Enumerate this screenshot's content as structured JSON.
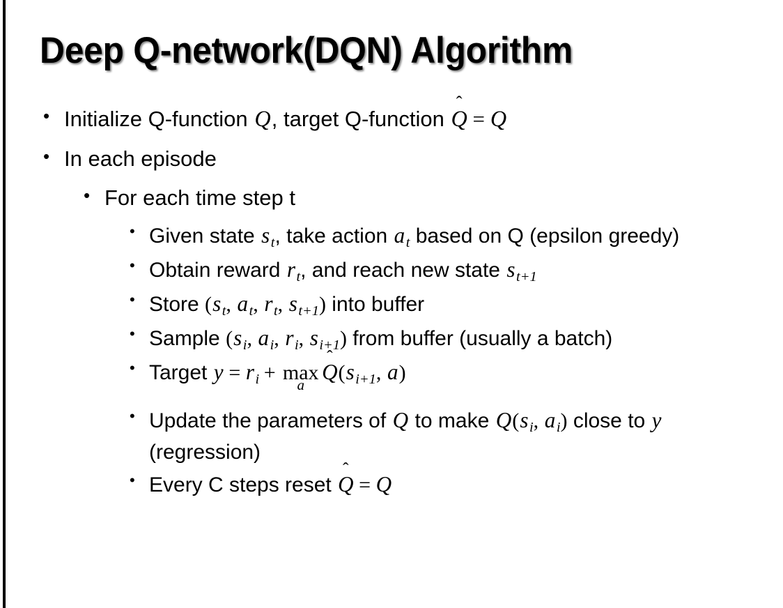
{
  "slide": {
    "title": "Deep Q-network(DQN) Algorithm",
    "background_color": "#ffffff",
    "text_color": "#000000",
    "accent_rule_color": "#000000",
    "bullet_marker": "•"
  },
  "content": {
    "b1": {
      "level": 1,
      "plain": "Initialize Q-function Q, target Q-function Q̂ = Q",
      "seg_a": "Initialize Q-function ",
      "var_q1": "Q",
      "seg_b": ", target Q-function ",
      "var_qhat": "Q",
      "accent": "̂",
      "rel_eq": "=",
      "var_q2": "Q"
    },
    "b2": {
      "level": 1,
      "plain": "In each episode",
      "text": "In each episode"
    },
    "b3": {
      "level": 2,
      "plain": "For each time step t",
      "text": "For each time step t"
    },
    "b4": {
      "level": 3,
      "plain": "Given state s_t, take action a_t based on Q (epsilon greedy)",
      "seg_a": "Given state ",
      "var_s": "s",
      "sub_t1": "t",
      "seg_b": ", take action ",
      "var_a": "a",
      "sub_t2": "t",
      "seg_c": " based on Q (epsilon greedy)"
    },
    "b5": {
      "level": 3,
      "plain": "Obtain reward r_t, and reach new state s_t+1",
      "seg_a": "Obtain reward ",
      "var_r": "r",
      "sub_t": "t",
      "seg_b": ", and reach new state ",
      "var_s": "s",
      "sub_t1": "t+1"
    },
    "b6": {
      "level": 3,
      "plain": "Store (s_t, a_t, r_t, s_t+1) into buffer",
      "open": "(",
      "var_s1": "s",
      "sub_1": "t",
      "sep1": ", ",
      "var_a": "a",
      "sub_2": "t",
      "sep2": ", ",
      "var_r": "r",
      "sub_3": "t",
      "sep3": ", ",
      "var_s2": "s",
      "sub_4": "t+1",
      "close": ")",
      "lead": "Store ",
      "tail": " into buffer"
    },
    "b7": {
      "level": 3,
      "plain": "Sample (s_i, a_i, r_i, s_i+1) from buffer (usually a batch)",
      "lead": "Sample ",
      "open": "(",
      "var_s1": "s",
      "sub_1": "i",
      "sep1": ", ",
      "var_a": "a",
      "sub_2": "i",
      "sep2": ", ",
      "var_r": "r",
      "sub_3": "i",
      "sep3": ", ",
      "var_s2": "s",
      "sub_4": "i+1",
      "close": ")",
      "tail": " from buffer (usually a batch)"
    },
    "b8": {
      "level": 3,
      "plain": "Target y = r_i + max_a Q̂(s_i+1, a)",
      "lead": "Target ",
      "var_y": "y",
      "rel_eq": "=",
      "var_r": "r",
      "sub_i": "i",
      "op_plus": "+",
      "op_max": "max",
      "op_max_sub": "a",
      "var_qhat": "Q",
      "accent": "̂",
      "open": "(",
      "var_s": "s",
      "sub_i1": "i+1",
      "sep": ", ",
      "var_a": "a",
      "close": ")"
    },
    "b9": {
      "level": 3,
      "plain": "Update the parameters of Q to make Q(s_i, a_i) close to y (regression)",
      "seg_a": "Update the parameters of ",
      "var_q1": "Q",
      "seg_b": " to make ",
      "var_q2": "Q",
      "open": "(",
      "var_s": "s",
      "sub_i1": "i",
      "sep": ", ",
      "var_a": "a",
      "sub_i2": "i",
      "close": ")",
      "seg_c": " close to ",
      "var_y": "y",
      "seg_d": " (regression)"
    },
    "b10": {
      "level": 3,
      "plain": "Every C steps reset Q̂ = Q",
      "lead": "Every C steps reset ",
      "var_qhat": "Q",
      "accent": "̂",
      "rel_eq": "=",
      "var_q": "Q"
    }
  }
}
